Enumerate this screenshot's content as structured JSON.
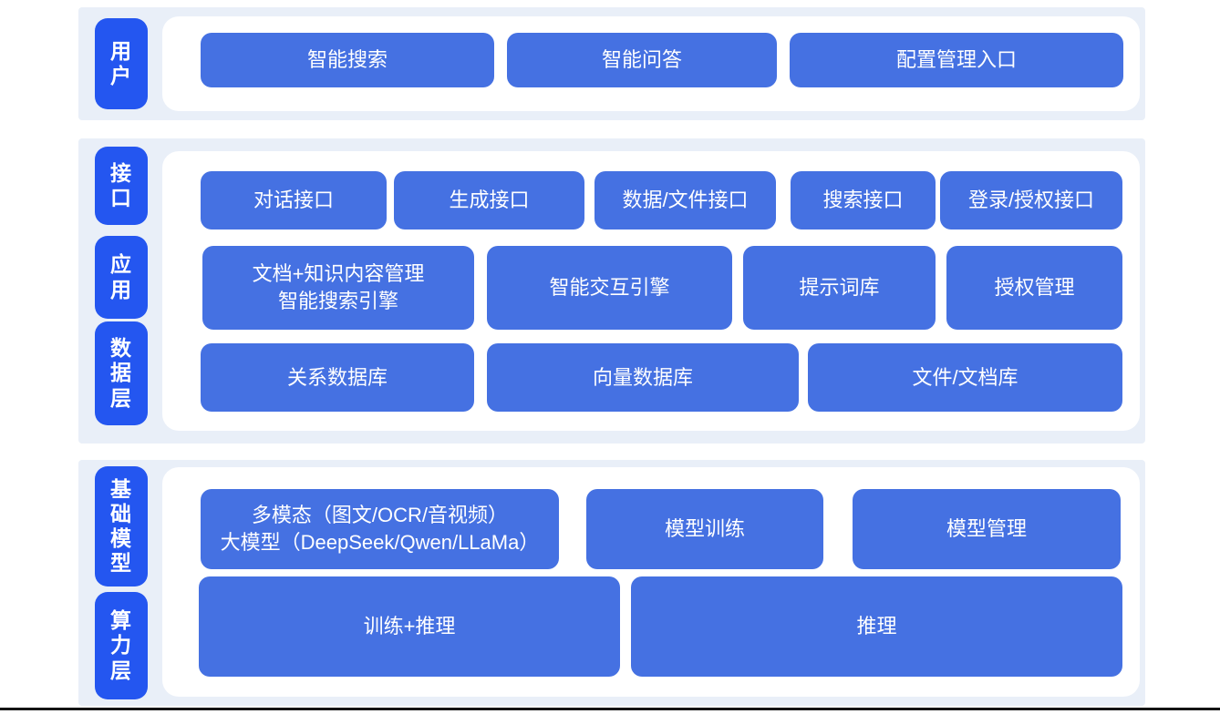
{
  "colors": {
    "section_bg": "#e9eff8",
    "pill_blue": "#2456f0",
    "block_blue": "#4571e2",
    "panel_white": "#ffffff",
    "text_white": "#ffffff",
    "bottom_line": "#141414"
  },
  "pills": [
    {
      "id": "user",
      "label": "用\n户"
    },
    {
      "id": "interface",
      "label": "接\n口"
    },
    {
      "id": "application",
      "label": "应\n用"
    },
    {
      "id": "data-layer",
      "label": "数\n据\n层"
    },
    {
      "id": "base-model",
      "label": "基\n础\n模\n型"
    },
    {
      "id": "compute-layer",
      "label": "算\n力\n层"
    }
  ],
  "blocks": {
    "smart_search": "智能搜索",
    "smart_qa": "智能问答",
    "config_entry": "配置管理入口",
    "dialog_api": "对话接口",
    "generate_api": "生成接口",
    "data_file_api": "数据/文件接口",
    "search_api": "搜索接口",
    "login_auth_api": "登录/授权接口",
    "doc_knowledge": "文档+知识内容管理\n智能搜索引擎",
    "interaction_engine": "智能交互引擎",
    "prompt_library": "提示词库",
    "auth_management": "授权管理",
    "relational_db": "关系数据库",
    "vector_db": "向量数据库",
    "file_doc_store": "文件/文档库",
    "multimodal_llm": "多模态（图文/OCR/音视频）\n大模型（DeepSeek/Qwen/LLaMa）",
    "model_training": "模型训练",
    "model_management": "模型管理",
    "training_inference": "训练+推理",
    "inference": "推理"
  }
}
